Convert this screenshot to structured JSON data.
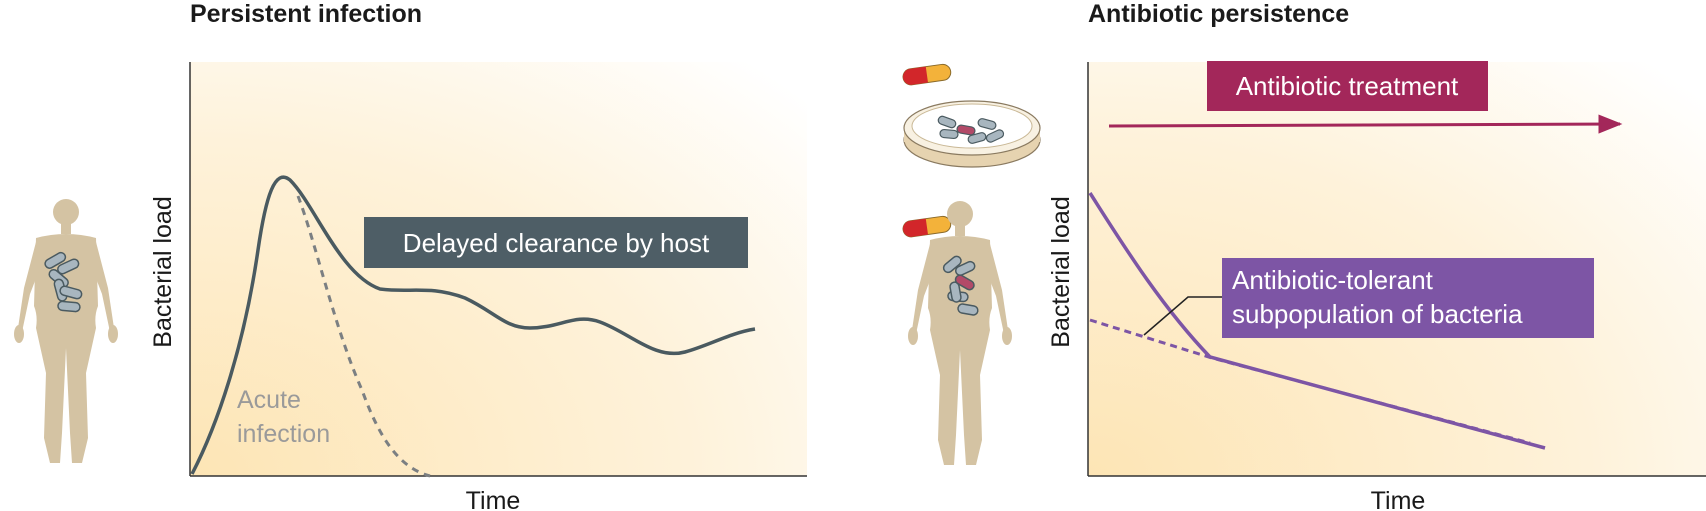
{
  "left_panel": {
    "title": "Persistent infection",
    "xlabel": "Time",
    "ylabel": "Bacterial load",
    "box_label": "Delayed clearance by host",
    "acute_label_line1": "Acute",
    "acute_label_line2": "infection"
  },
  "right_panel": {
    "title": "Antibiotic persistence",
    "xlabel": "Time",
    "ylabel": "Bacterial load",
    "treatment_label": "Antibiotic treatment",
    "tolerant_label_line1": "Antibiotic-tolerant",
    "tolerant_label_line2": "subpopulation of bacteria"
  },
  "colors": {
    "plot_bg_warm": "#fde9c2",
    "persistent_curve": "#4a5a60",
    "acute_curve": "#7b7f82",
    "delayed_box": "#4e5e66",
    "treatment": "#a3275a",
    "tolerant": "#7d55a5",
    "body": "#d4c3a3",
    "bacterium": "#a8b6bf",
    "bacterium_red": "#b24a68"
  },
  "icons": [
    "human-body-icon",
    "bacteria-cluster-icon",
    "petri-dish-icon",
    "pill-capsule-icon",
    "arrow-right-icon"
  ]
}
